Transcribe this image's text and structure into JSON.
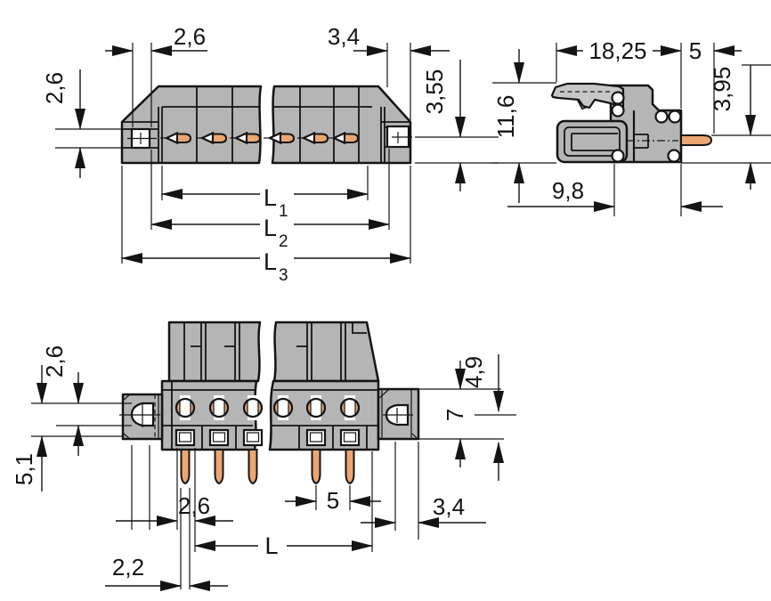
{
  "colors": {
    "bg": "#ffffff",
    "body_gray": "#b5b5b5",
    "light_gray": "#c7c7c7",
    "pin_orange": "#eba672",
    "line": "#141414"
  },
  "front_view": {
    "dim_26_top": "2,6",
    "dim_34_top": "3,4",
    "dim_26_left": "2,6",
    "dim_355_right": "3,55",
    "dim_l1_base": "L",
    "dim_l1_sub": "1",
    "dim_l2_base": "L",
    "dim_l2_sub": "2",
    "dim_l3_base": "L",
    "dim_l3_sub": "3"
  },
  "side_view": {
    "dim_width": "18,25",
    "dim_pin_len": "5",
    "dim_height": "11,6",
    "dim_pin_offset": "3,95",
    "dim_depth": "9,8"
  },
  "bottom_view": {
    "dim_26_left": "2,6",
    "dim_51_left": "5,1",
    "dim_49_right": "4,9",
    "dim_7_right": "7",
    "dim_26_bottom": "2,6",
    "dim_5_pitch": "5",
    "dim_34_bottom": "3,4",
    "dim_l_base": "L",
    "dim_22_bottom": "2,2"
  }
}
